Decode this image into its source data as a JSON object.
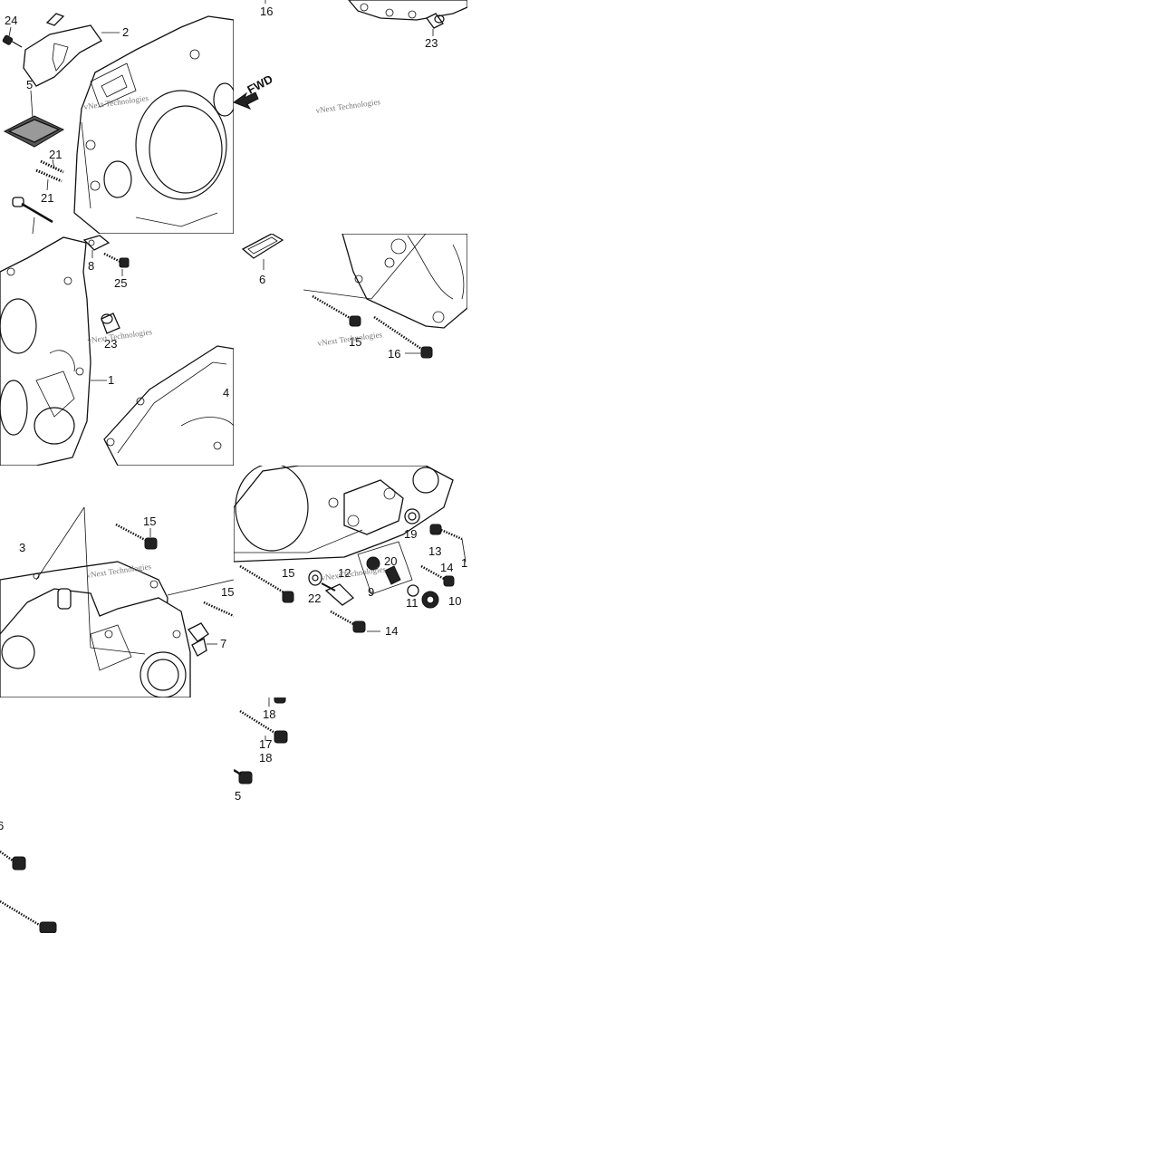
{
  "watermark": "vNext Technologies",
  "fwd_label": "FWD",
  "labels": {
    "t0_24": "24",
    "t0_2": "2",
    "t0_5": "5",
    "t0_21a": "21",
    "t0_21b": "21",
    "t1_16": "16",
    "t1_23": "23",
    "t2_8": "8",
    "t2_25": "25",
    "t2_23": "23",
    "t2_1": "1",
    "t2_4": "4",
    "t3_6": "6",
    "t3_15": "15",
    "t3_16": "16",
    "t4_15": "15",
    "t4_3": "3",
    "t4_15b": "15",
    "t4_7": "7",
    "t5_19": "19",
    "t5_13": "13",
    "t5_1": "1",
    "t5_15": "15",
    "t5_20": "20",
    "t5_14": "14",
    "t5_12": "12",
    "t5_22": "22",
    "t5_9": "9",
    "t5_11": "11",
    "t5_10": "10",
    "t5_14b": "14",
    "t6_18a": "18",
    "t6_17": "17",
    "t6_18b": "18",
    "t6_5": "5",
    "t7_6": "6"
  }
}
